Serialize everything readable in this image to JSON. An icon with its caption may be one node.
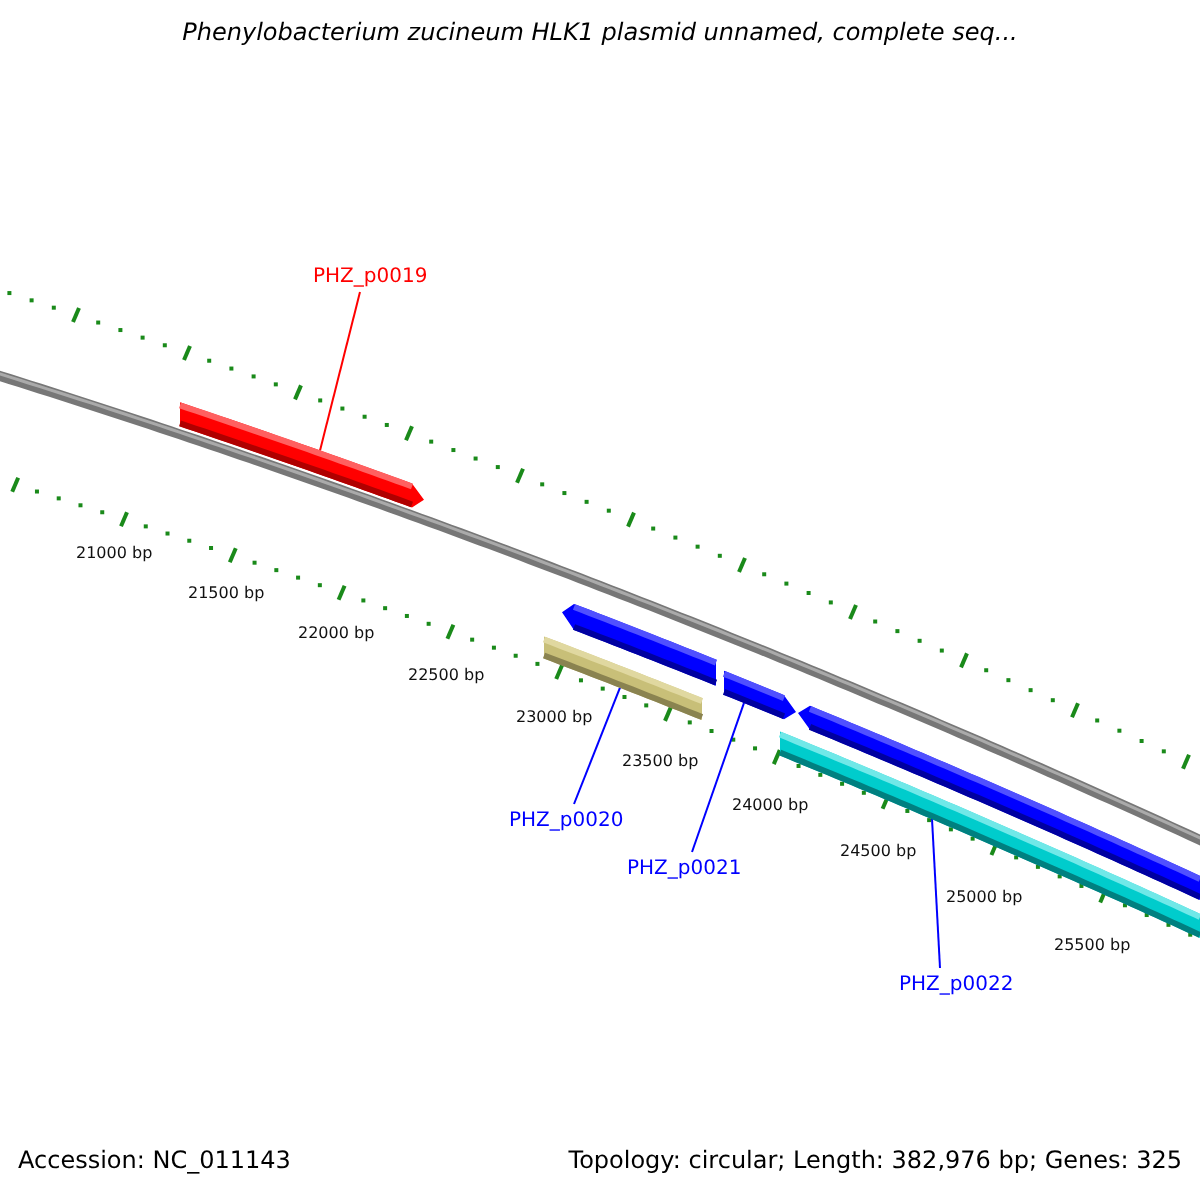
{
  "diagram": {
    "title": "Phenylobacterium zucineum HLK1 plasmid unnamed, complete seq...",
    "nodes": [
      {
        "text": [
          "PHZ_p0019"
        ]
      },
      {
        "text": [],
        "shape": "arrow"
      },
      {
        "text": [],
        "shape": "arrow"
      },
      {
        "text": [],
        "shape": "bar"
      },
      {
        "text": [],
        "shape": "arrow"
      },
      {
        "text": [],
        "shape": "arrow"
      },
      {
        "text": [],
        "shape": "bar"
      },
      {
        "text": [
          "PHZ_p0020"
        ]
      },
      {
        "text": [
          "PHZ_p0021"
        ]
      },
      {
        "text": [
          "PHZ_p0022"
        ]
      }
    ],
    "edges": [
      {
        "from": 0,
        "to": 1,
        "arrow": "none",
        "color": "#ff0000"
      },
      {
        "from": 7,
        "to": 3,
        "arrow": "none"
      },
      {
        "from": 8,
        "to": 4,
        "arrow": "none"
      },
      {
        "from": 9,
        "to": 6,
        "arrow": "none"
      }
    ],
    "labels": [
      "21000 bp",
      "21500 bp",
      "22000 bp",
      "22500 bp",
      "23000 bp",
      "23500 bp",
      "24000 bp",
      "24500 bp",
      "25000 bp",
      "25500 bp",
      "Accession: NC_011143",
      "Topology: circular; Length: 382,976 bp; Genes: 325"
    ]
  }
}
